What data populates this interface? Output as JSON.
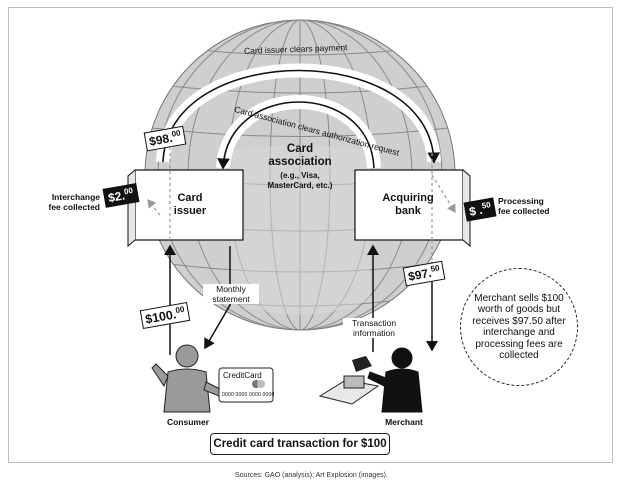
{
  "diagram": {
    "title": "Credit card transaction for $100",
    "source": "Sources: GAO (analysis); Art Explosion (images).",
    "nodes": {
      "card_association": {
        "title": "Card\nassociation",
        "examples": "(e.g., Visa,\nMasterCard, etc.)"
      },
      "card_issuer": "Card\nissuer",
      "acquiring_bank": "Acquiring\nbank",
      "consumer": "Consumer",
      "merchant": "Merchant"
    },
    "flows": {
      "issuer_clears_payment": "Card issuer clears payment",
      "association_clears_authorization": "Card association clears authorization request",
      "monthly_statement": "Monthly\nstatement",
      "transaction_information": "Transaction\ninformation"
    },
    "amounts": {
      "to_acquirer": {
        "dollars": "$98.",
        "cents": "00"
      },
      "interchange": {
        "dollars": "$2.",
        "cents": "00"
      },
      "processing": {
        "dollars": "$ .",
        "cents": "50"
      },
      "to_merchant": {
        "dollars": "$97.",
        "cents": "50"
      },
      "consumer_payment": {
        "dollars": "$100.",
        "cents": "00"
      }
    },
    "labels": {
      "interchange_fee": "Interchange\nfee collected",
      "processing_fee": "Processing\nfee collected"
    },
    "merchant_note": "Merchant sells $100 worth of goods but receives $97.50 after interchange and processing fees are collected",
    "credit_card": {
      "brand": "CreditCard",
      "number": "0000 0000 0000 0000"
    }
  }
}
